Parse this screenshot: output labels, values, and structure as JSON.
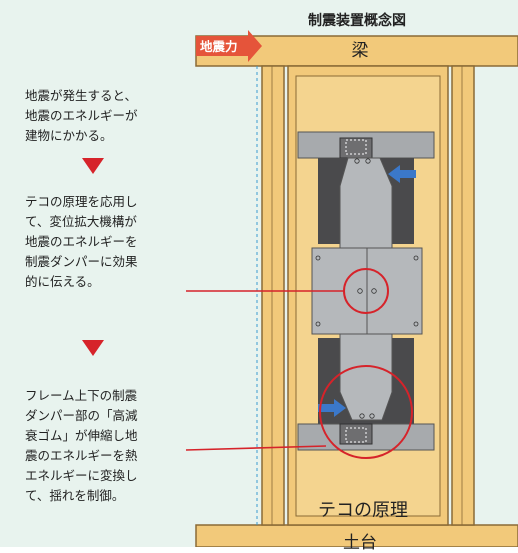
{
  "title": "制震装置概念図",
  "labels": {
    "beam": "梁",
    "base": "土台",
    "force": "地震力",
    "caption": "テコの原理"
  },
  "steps": [
    "地震が発生すると、\n地震のエネルギーが\n建物にかかる。",
    "テコの原理を応用し\nて、変位拡大機構が\n地震のエネルギーを\n制震ダンパーに効果\n的に伝える。",
    "フレーム上下の制震\nダンパー部の「高減\n衰ゴム」が伸縮し地\n震のエネルギーを熱\nエネルギーに変換し\nて、揺れを制御。"
  ],
  "colors": {
    "background": "#e8f3ee",
    "wood": "#f2c97a",
    "wood_edge": "#8a6a36",
    "steel": "#a7aaad",
    "steel_dark": "#4a4a4c",
    "accent_red": "#d6232a",
    "arrow_blue": "#3b78c9"
  }
}
